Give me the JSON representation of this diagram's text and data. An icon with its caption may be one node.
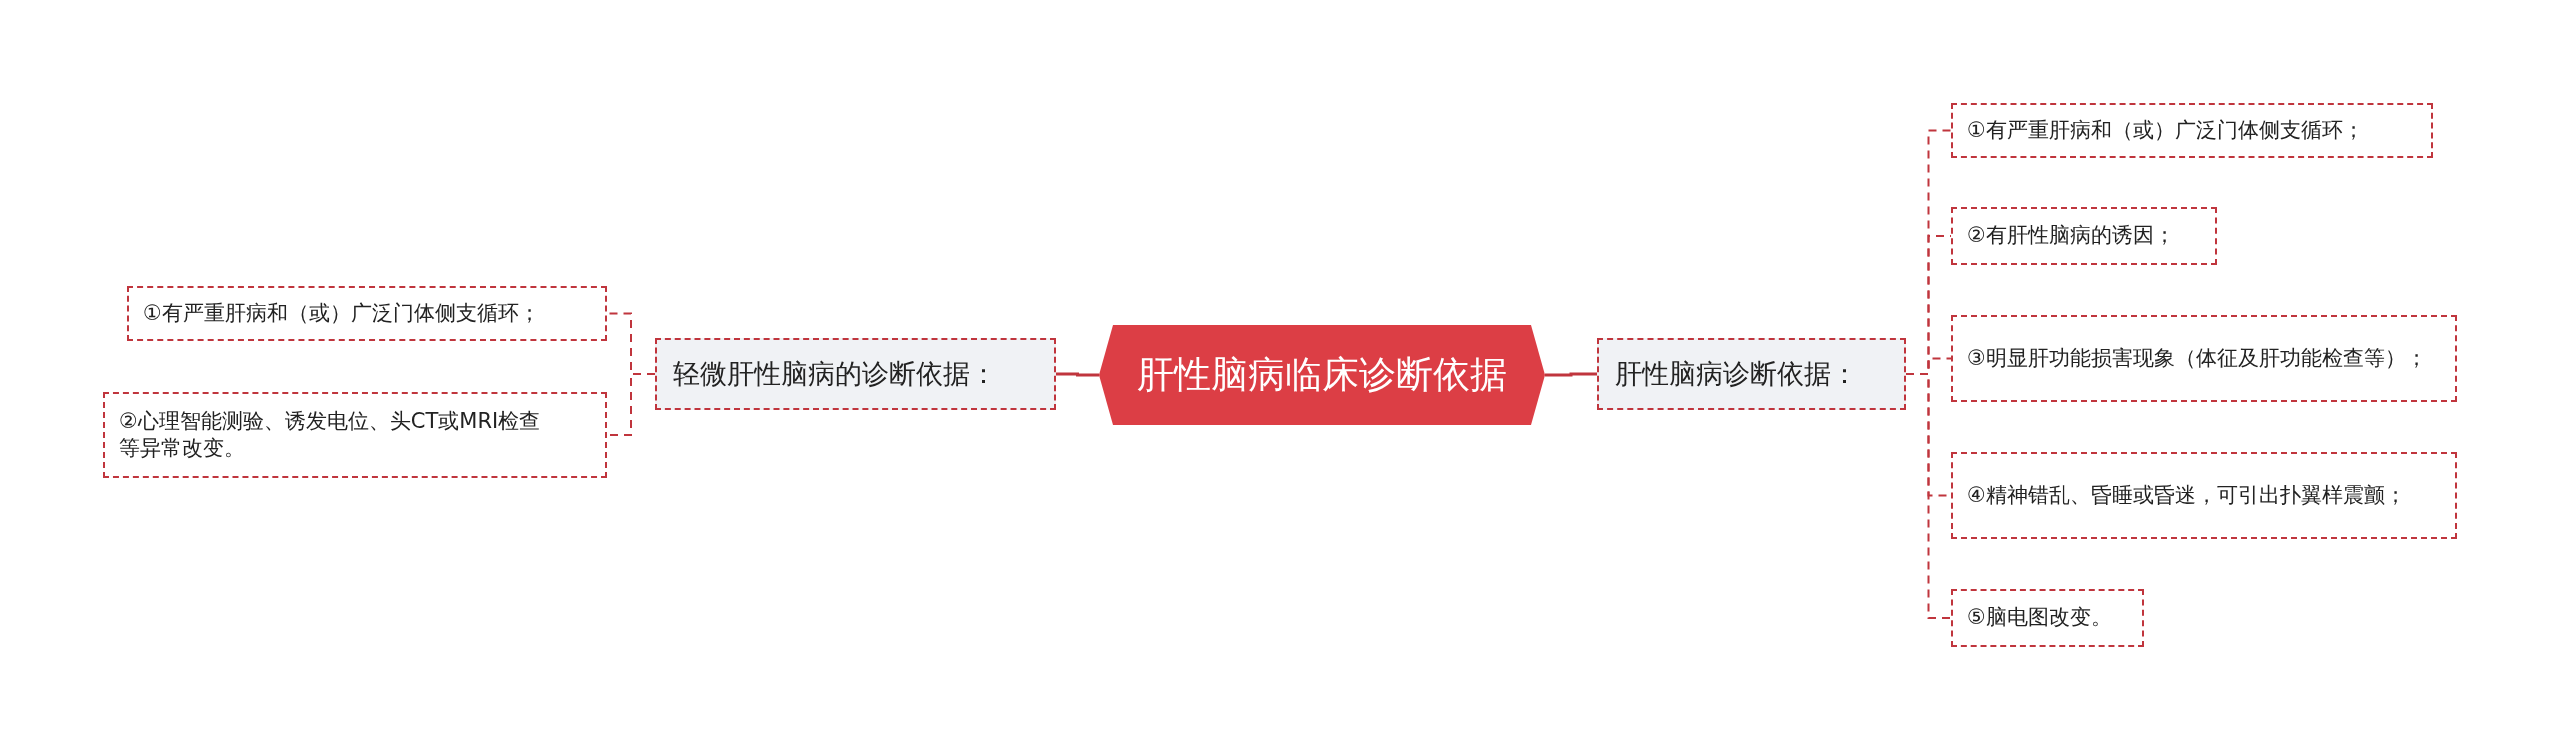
{
  "diagram": {
    "nodes": [
      {
        "text": [
          "肝性脑病临床诊断依据"
        ]
      },
      {
        "text": [
          "轻微肝性脑病的诊断依据："
        ]
      },
      {
        "text": [
          "①有严重肝病和（或）广泛门体侧支循环；"
        ]
      },
      {
        "text": [
          "②心理智能测验、诱发电位、头CT或MRI检查等异常改变。"
        ]
      },
      {
        "text": [
          "肝性脑病诊断依据："
        ]
      },
      {
        "text": [
          "①有严重肝病和（或）广泛门体侧支循环；"
        ]
      },
      {
        "text": [
          "②有肝性脑病的诱因；"
        ]
      },
      {
        "text": [
          "③明显肝功能损害现象（体征及肝功能检查等）；"
        ]
      },
      {
        "text": [
          "④精神错乱、昏睡或昏迷，可引出扑翼样震颤；"
        ]
      },
      {
        "text": [
          "⑤脑电图改变。"
        ]
      }
    ],
    "edges": [
      {
        "from": 0,
        "to": 1,
        "arrow": "none"
      },
      {
        "from": 1,
        "to": 2,
        "arrow": "none",
        "style": "dashed"
      },
      {
        "from": 1,
        "to": 3,
        "arrow": "none",
        "style": "dashed"
      },
      {
        "from": 0,
        "to": 4,
        "arrow": "none"
      },
      {
        "from": 4,
        "to": 5,
        "arrow": "none",
        "style": "dashed"
      },
      {
        "from": 4,
        "to": 6,
        "arrow": "none",
        "style": "dashed"
      },
      {
        "from": 4,
        "to": 7,
        "arrow": "none",
        "style": "dashed"
      },
      {
        "from": 4,
        "to": 8,
        "arrow": "none",
        "style": "dashed"
      },
      {
        "from": 4,
        "to": 9,
        "arrow": "none",
        "style": "dashed"
      }
    ]
  }
}
